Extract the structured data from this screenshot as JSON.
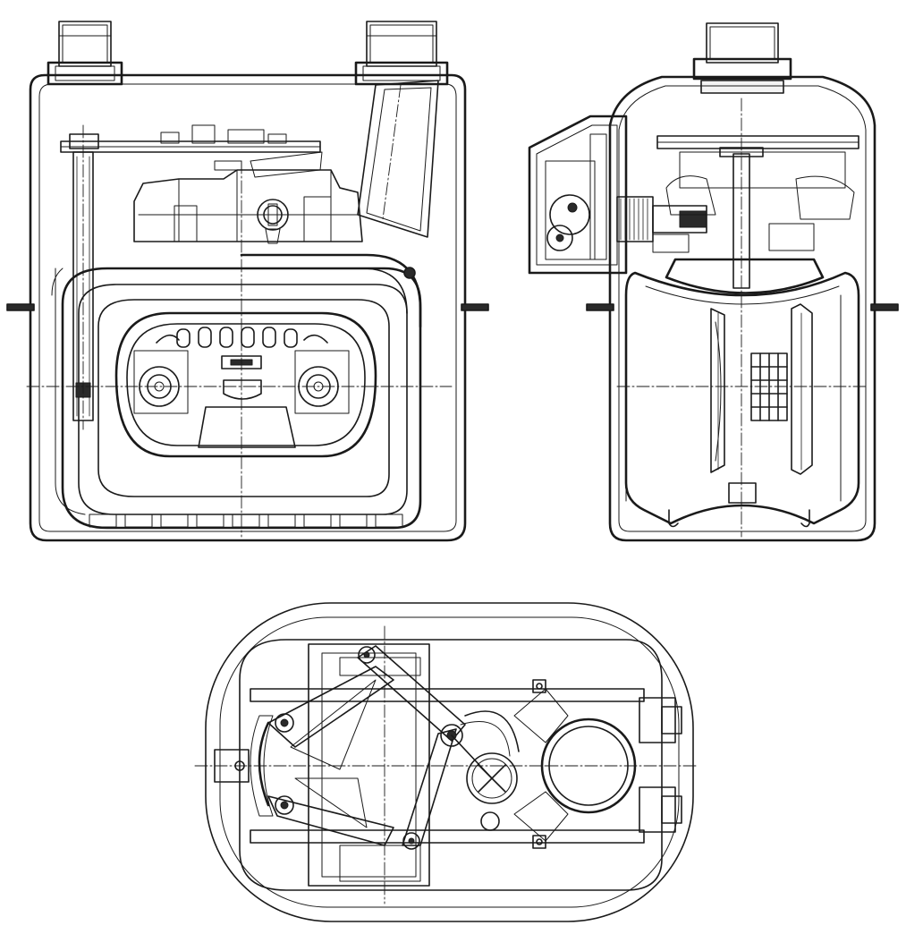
{
  "colors": {
    "background": "#ffffff",
    "line": "#1a1a1a",
    "fill_dark": "#2a2a2a",
    "fill_light": "#f4f4f4"
  },
  "views": [
    {
      "id": "front-section",
      "description_visible": false
    },
    {
      "id": "side-section",
      "description_visible": false
    },
    {
      "id": "top-section",
      "description_visible": false
    }
  ]
}
